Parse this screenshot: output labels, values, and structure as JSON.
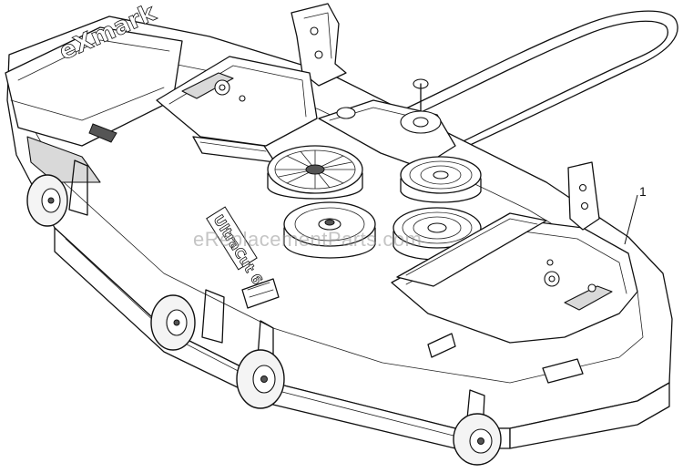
{
  "diagram": {
    "callouts": [
      {
        "label": "1"
      }
    ],
    "watermark": "eReplacementParts.com",
    "decal_text": {
      "brand_logo": "eXmark",
      "model_badge": "UltraCut 60\""
    }
  }
}
